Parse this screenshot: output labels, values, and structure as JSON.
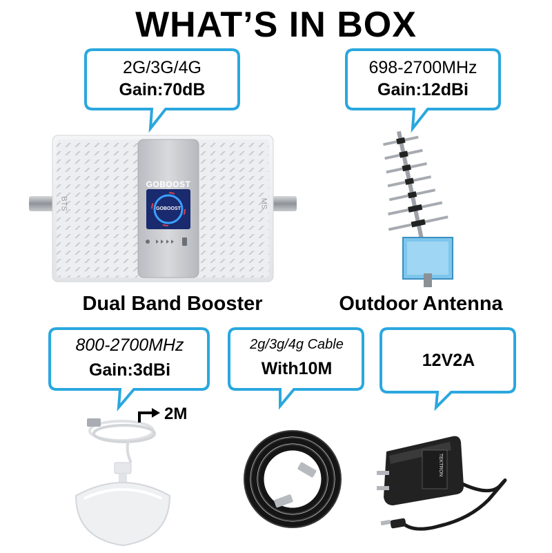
{
  "title": "WHAT’S IN BOX",
  "colors": {
    "callout_border": "#2aa7de",
    "text": "#000000"
  },
  "callouts": {
    "booster": {
      "line1": "2G/3G/4G",
      "line2": "Gain:70dB"
    },
    "outdoor_antenna": {
      "line1": "698-2700MHz",
      "line2": "Gain:12dBi"
    },
    "indoor_antenna": {
      "line1": "800-2700MHz",
      "line2": "Gain:3dBi"
    },
    "cable": {
      "line1": "2g/3g/4g Cable",
      "line2": "With10M"
    },
    "power": {
      "line1": "12V2A"
    }
  },
  "captions": {
    "booster": "Dual Band Booster",
    "antenna": "Outdoor Antenna"
  },
  "device": {
    "brand": "GOBOOST",
    "screen_brand": "GOBOOST",
    "port_left": "BTS",
    "port_right": "MS"
  },
  "indoor_antenna_label": "2M",
  "adapter_label": "TEKTRON"
}
